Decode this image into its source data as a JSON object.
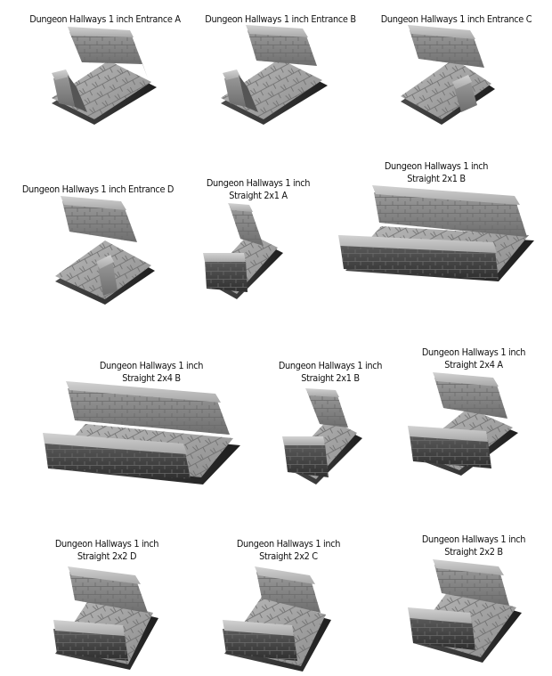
{
  "page": {
    "background": "#ffffff",
    "text_color": "#111111"
  },
  "tiles": [
    {
      "id": "entrance-a",
      "caption": [
        "Dungeon Hallways 1 inch Entrance A"
      ],
      "shape": "entrance",
      "variant": "A"
    },
    {
      "id": "entrance-b",
      "caption": [
        "Dungeon Hallways 1 inch Entrance B"
      ],
      "shape": "entrance",
      "variant": "B"
    },
    {
      "id": "entrance-c",
      "caption": [
        "Dungeon Hallways 1 inch Entrance C"
      ],
      "shape": "entrance",
      "variant": "C"
    },
    {
      "id": "entrance-d",
      "caption": [
        "Dungeon Hallways 1 inch Entrance D"
      ],
      "shape": "entrance",
      "variant": "D"
    },
    {
      "id": "straight-2x1-a",
      "caption": [
        "Dungeon Hallways 1 inch",
        "Straight 2x1 A"
      ],
      "shape": "straight-small",
      "variant": "A"
    },
    {
      "id": "straight-2x1-b-top",
      "caption": [
        "Dungeon Hallways 1 inch",
        "Straight 2x1 B"
      ],
      "shape": "straight-long",
      "variant": "B"
    },
    {
      "id": "straight-2x4-b",
      "caption": [
        "Dungeon Hallways 1 inch",
        "Straight 2x4 B"
      ],
      "shape": "straight-long",
      "variant": "B"
    },
    {
      "id": "straight-2x1-b",
      "caption": [
        "Dungeon Hallways 1 inch",
        "Straight 2x1 B"
      ],
      "shape": "straight-small",
      "variant": "B"
    },
    {
      "id": "straight-2x4-a",
      "caption": [
        "Dungeon Hallways 1 inch",
        "Straight 2x4 A"
      ],
      "shape": "straight-square",
      "variant": "A"
    },
    {
      "id": "straight-2x2-d",
      "caption": [
        "Dungeon Hallways 1 inch",
        "Straight 2x2 D"
      ],
      "shape": "straight-square",
      "variant": "D"
    },
    {
      "id": "straight-2x2-c",
      "caption": [
        "Dungeon Hallways 1 inch",
        "Straight 2x2 C"
      ],
      "shape": "straight-square",
      "variant": "C"
    },
    {
      "id": "straight-2x2-b",
      "caption": [
        "Dungeon Hallways 1 inch",
        "Straight 2x2 B"
      ],
      "shape": "straight-square",
      "variant": "B"
    }
  ],
  "icons": {
    "tile-render": "3d-dungeon-tile-render"
  }
}
